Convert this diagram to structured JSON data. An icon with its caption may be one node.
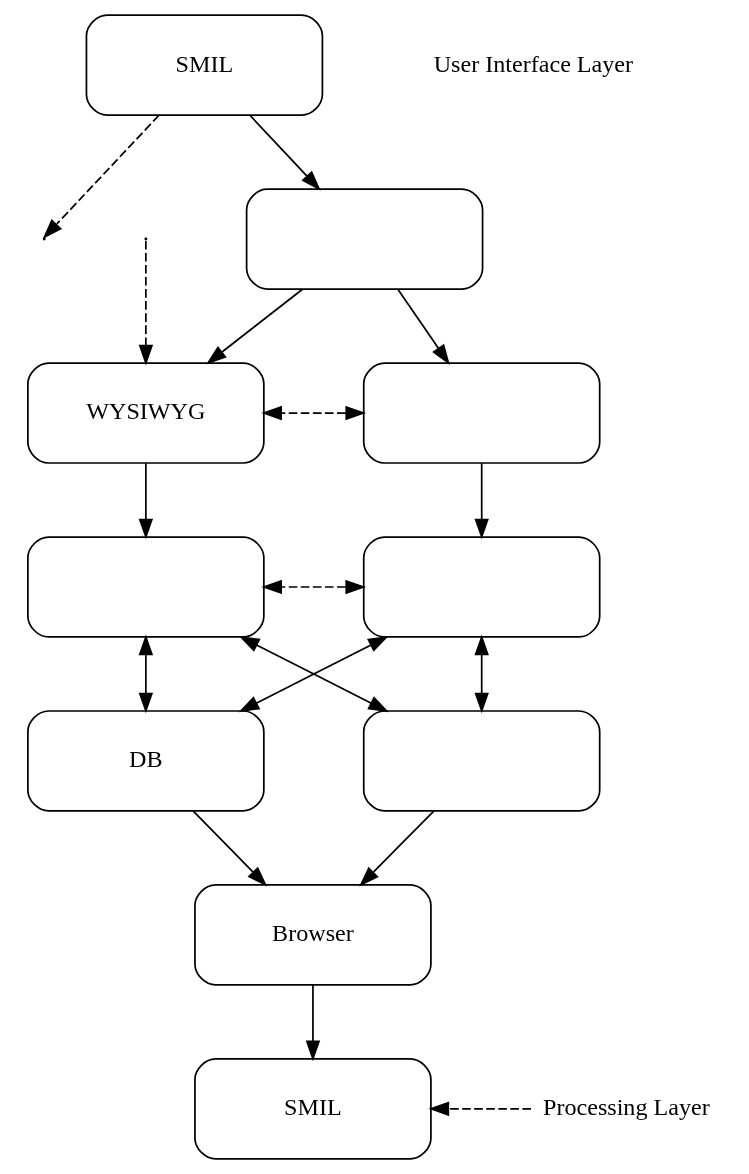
{
  "diagram": {
    "nodes": [
      {
        "text": [
          "SMIL"
        ]
      },
      {
        "text": [],
        "shape": "box"
      },
      {
        "text": [],
        "shape": "box"
      },
      {
        "text": [
          "WYSIWYG"
        ]
      },
      {
        "text": [],
        "shape": "box"
      },
      {
        "text": [],
        "shape": "box"
      },
      {
        "text": [
          "DB"
        ]
      },
      {
        "text": [],
        "shape": "box"
      },
      {
        "text": [
          "Browser"
        ]
      },
      {
        "text": [
          "SMIL"
        ]
      },
      {
        "text": [
          "Processing Layer"
        ]
      }
    ],
    "edges": [
      {
        "from": 0,
        "to": 1,
        "arrow": "to"
      },
      {
        "from": 0,
        "to": null,
        "arrow": "to",
        "style": "dashed"
      },
      {
        "from": null,
        "to": 3,
        "arrow": "to",
        "style": "dashed"
      },
      {
        "from": 1,
        "to": 2,
        "arrow": "to"
      },
      {
        "from": 1,
        "to": 3,
        "arrow": "to"
      },
      {
        "from": 2,
        "to": 3,
        "arrow": "both",
        "style": "dashed"
      },
      {
        "from": 2,
        "to": 4,
        "arrow": "to"
      },
      {
        "from": 3,
        "to": 5,
        "arrow": "to"
      },
      {
        "from": 4,
        "to": 5,
        "arrow": "both",
        "style": "dashed"
      },
      {
        "from": 4,
        "to": 6,
        "arrow": "both"
      },
      {
        "from": 4,
        "to": 7,
        "arrow": "both"
      },
      {
        "from": 5,
        "to": 6,
        "arrow": "both"
      },
      {
        "from": 5,
        "to": 7,
        "arrow": "both"
      },
      {
        "from": 6,
        "to": 8,
        "arrow": "to"
      },
      {
        "from": 7,
        "to": 8,
        "arrow": "to"
      },
      {
        "from": 8,
        "to": 9,
        "arrow": "to"
      },
      {
        "from": 10,
        "to": 9,
        "arrow": "to",
        "style": "dashed"
      }
    ],
    "labels": [
      "User Interface Layer"
    ]
  }
}
